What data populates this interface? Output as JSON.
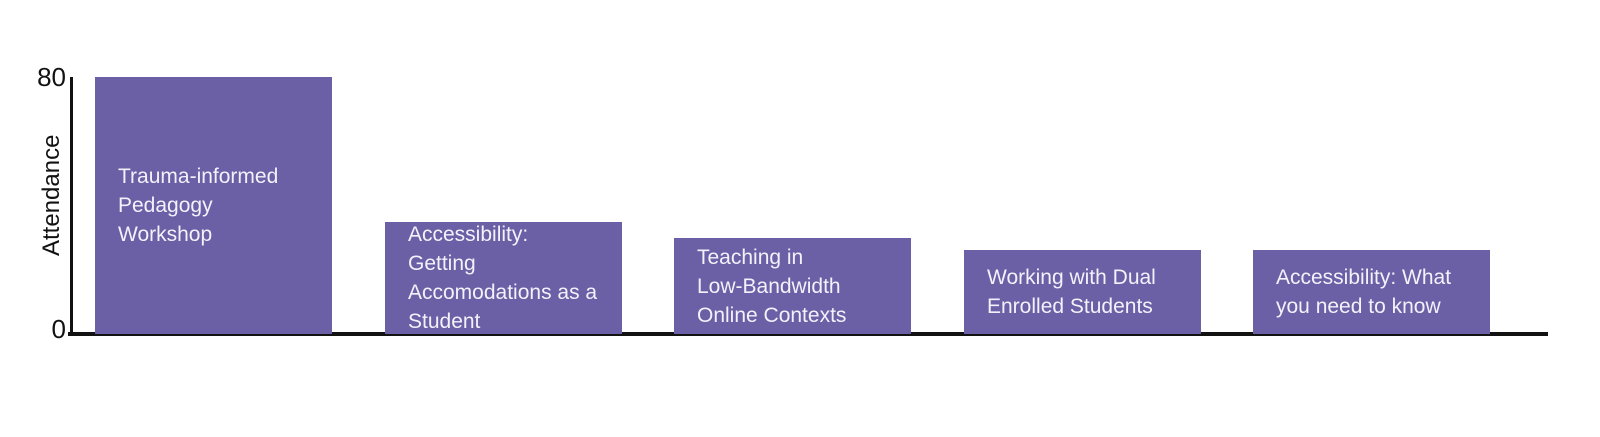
{
  "chart_data": {
    "type": "bar",
    "title": "",
    "xlabel": "",
    "ylabel": "Attendance",
    "ylim": [
      0,
      80
    ],
    "ytick_labels": [
      "0",
      "80"
    ],
    "grid": false,
    "legend": false,
    "bar_color": "#6b5fa6",
    "label_color": "#f3f1f9",
    "axis_color": "#121212",
    "categories": [
      "Trauma-informed Pedagogy Workshop",
      "Accessibility: Getting Accomodations as a Student",
      "Teaching in Low-Bandwidth Online Contexts",
      "Working with Dual Enrolled Students",
      "Accessibility: What you need to know"
    ],
    "values": [
      80,
      35,
      30,
      26,
      26
    ],
    "bars": [
      {
        "label": "Trauma-informed\nPedagogy\nWorkshop",
        "value": 80
      },
      {
        "label": "Accessibility:\nGetting\nAccomodations as a\nStudent",
        "value": 35
      },
      {
        "label": "Teaching in\nLow-Bandwidth\nOnline Contexts",
        "value": 30
      },
      {
        "label": "Working with Dual\nEnrolled Students",
        "value": 26
      },
      {
        "label": "Accessibility: What\nyou need to know",
        "value": 26
      }
    ]
  }
}
